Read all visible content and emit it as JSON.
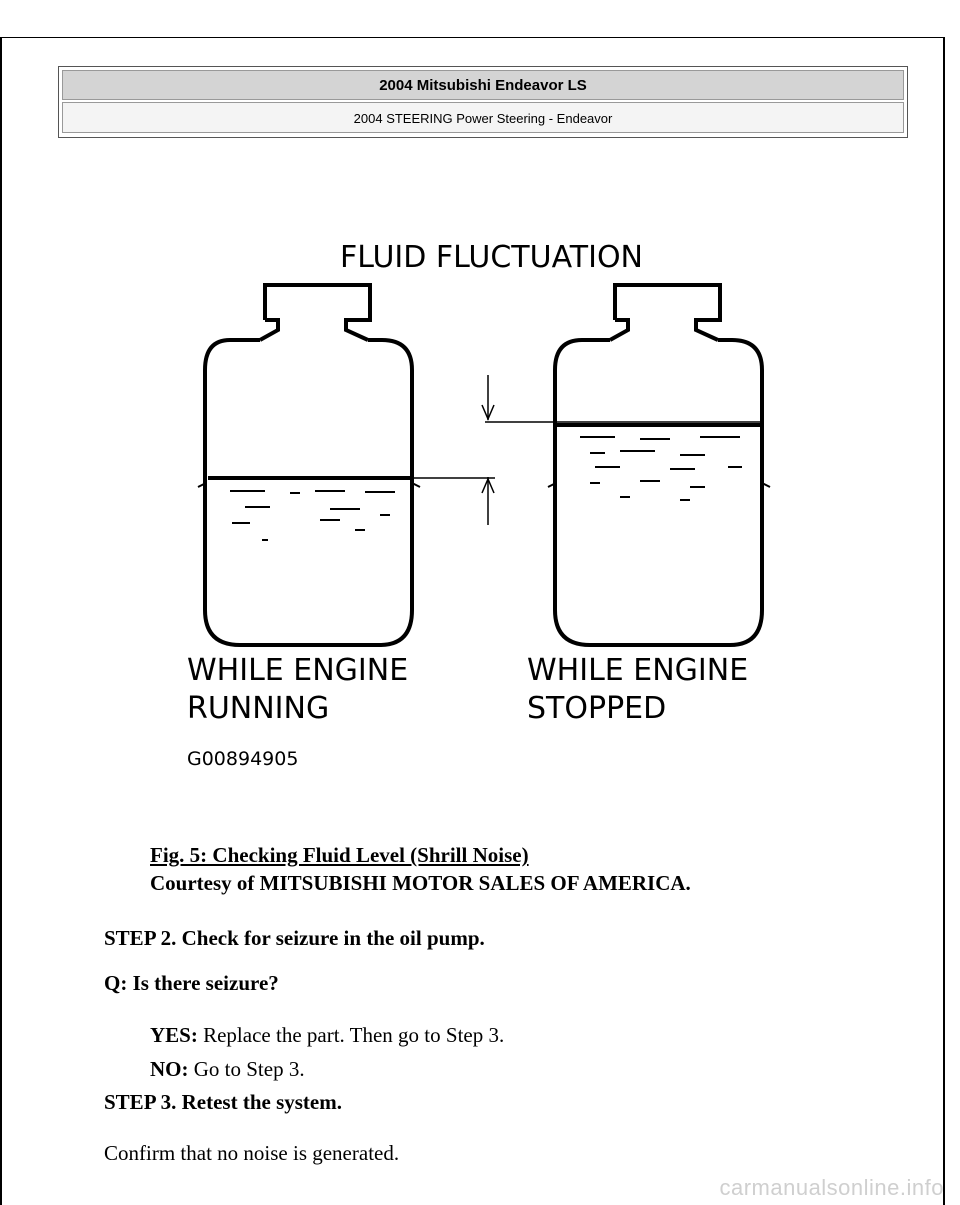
{
  "header": {
    "title": "2004 Mitsubishi Endeavor LS",
    "subtitle": "2004 STEERING Power Steering - Endeavor"
  },
  "figure": {
    "heading": "FLUID FLUCTUATION",
    "left_label_line1": "WHILE ENGINE",
    "left_label_line2": "RUNNING",
    "right_label_line1": "WHILE ENGINE",
    "right_label_line2": "STOPPED",
    "code": "G00894905"
  },
  "caption": {
    "title": "Fig. 5: Checking Fluid Level (Shrill Noise)",
    "courtesy": "Courtesy of MITSUBISHI MOTOR SALES OF AMERICA."
  },
  "content": {
    "step2": "STEP 2. Check for seizure in the oil pump.",
    "question": "Q: Is there seizure?",
    "yes_label": "YES:",
    "yes_text": " Replace the part. Then go to Step 3.",
    "no_label": "NO:",
    "no_text": " Go to Step 3.",
    "step3": "STEP 3. Retest the system.",
    "confirm": "Confirm that no noise is generated."
  },
  "watermark": "carmanualsonline.info"
}
